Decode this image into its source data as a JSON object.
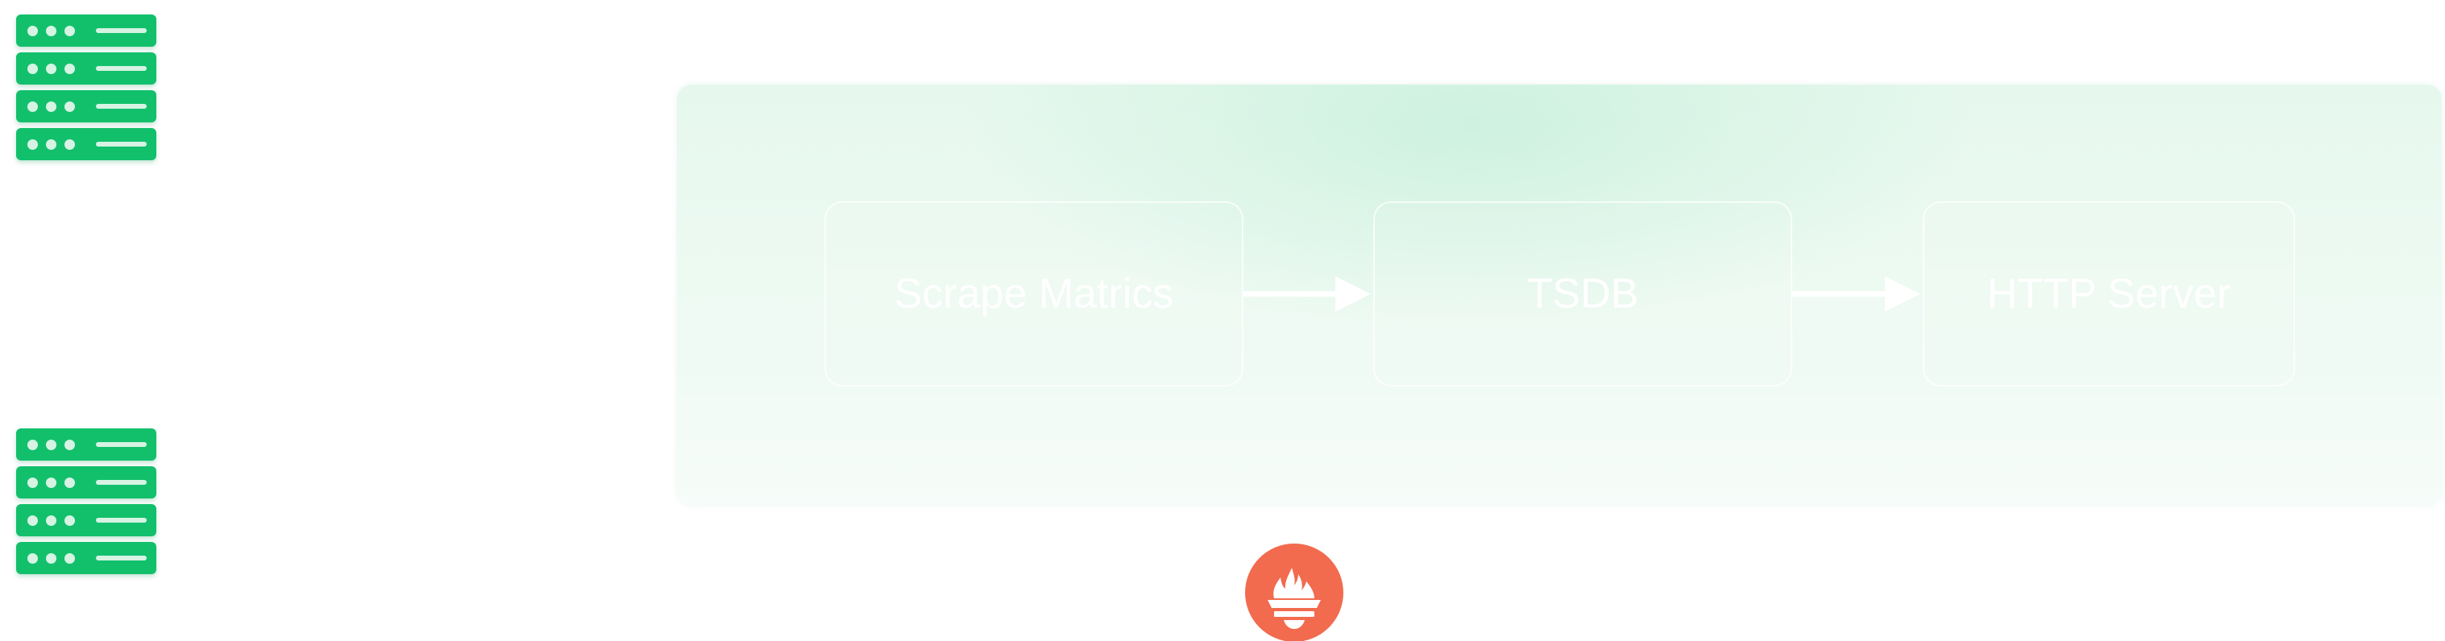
{
  "diagram": {
    "server_stacks": [
      {
        "id": "top",
        "server_count": 4
      },
      {
        "id": "bottom",
        "server_count": 4
      }
    ],
    "pipeline": {
      "nodes": [
        {
          "id": "scrape",
          "label": "Scrape Matrics"
        },
        {
          "id": "tsdb",
          "label": "TSDB"
        },
        {
          "id": "http",
          "label": "HTTP Server"
        }
      ],
      "edges": [
        {
          "from": "scrape",
          "to": "tsdb"
        },
        {
          "from": "tsdb",
          "to": "http"
        }
      ]
    },
    "logo": {
      "icon": "prometheus-flame-icon",
      "color": "#f26b4f"
    }
  },
  "colors": {
    "server_green": "#12c06c",
    "server_indicator": "#d6f3e3",
    "panel_tint": "#e6f8ee",
    "box_text": "#ffffff"
  }
}
